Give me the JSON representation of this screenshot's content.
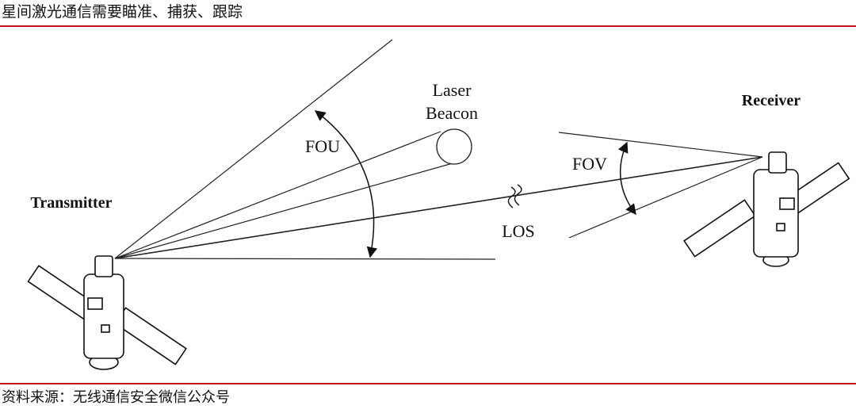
{
  "header": {
    "title": "星间激光通信需要瞄准、捕获、跟踪"
  },
  "diagram": {
    "labels": {
      "laser": "Laser",
      "beacon": "Beacon",
      "fou": "FOU",
      "fov": "FOV",
      "los": "LOS",
      "transmitter": "Transmitter",
      "receiver": "Receiver"
    }
  },
  "footer": {
    "source": "资料来源：无线通信安全微信公众号"
  },
  "colors": {
    "accent_rule": "#c0121b",
    "ink": "#111111"
  }
}
